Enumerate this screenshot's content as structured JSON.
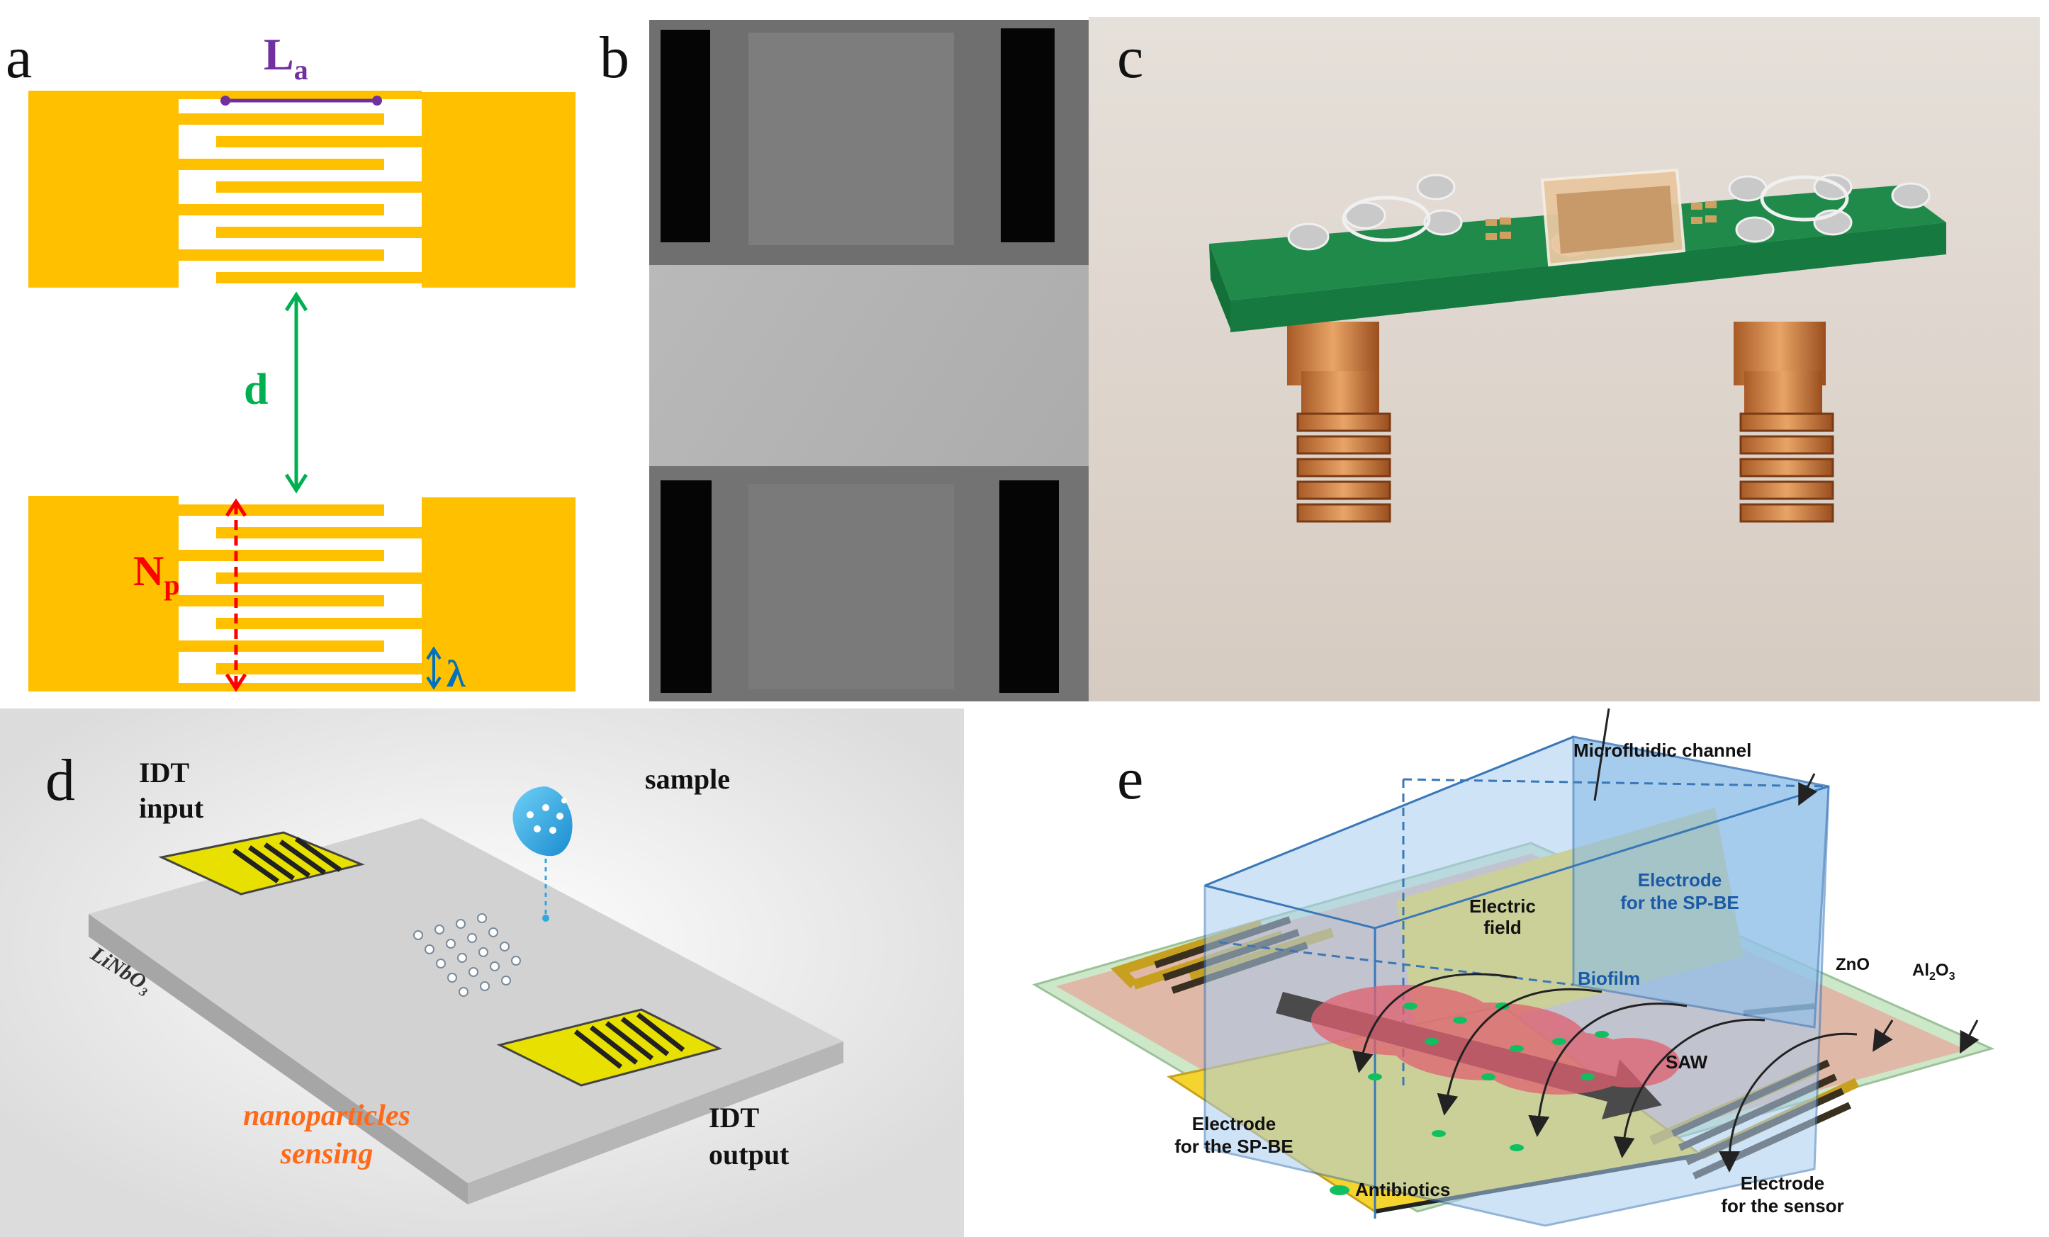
{
  "panels": {
    "a": {
      "label": "a",
      "symbols": {
        "La_main": "L",
        "La_sub": "a",
        "d": "d",
        "Np_main": "N",
        "Np_sub": "p",
        "lambda": "λ"
      },
      "colors": {
        "electrode": "#ffc000",
        "La": "#7030a0",
        "d": "#00b050",
        "Np": "#ff0000",
        "lambda": "#0070c0"
      }
    },
    "b": {
      "label": "b"
    },
    "c": {
      "label": "c"
    },
    "d": {
      "label": "d",
      "idt_input": [
        "IDT",
        "input"
      ],
      "sample": "sample",
      "substrate": "LiNbO₃",
      "sensing": [
        "nanoparticles",
        "sensing"
      ],
      "idt_output": [
        "IDT",
        "output"
      ],
      "colors": {
        "sensing": "#ff6a1a",
        "electrode": "#e8e000",
        "droplet": "#2fa8e0"
      }
    },
    "e": {
      "label": "e",
      "microfluidic_channel": "Microfluidic channel",
      "electrode_spbe_top": [
        "Electrode",
        "for the SP-BE"
      ],
      "electric_field": [
        "Electric",
        "field"
      ],
      "biofilm": "Biofilm",
      "zno": "ZnO",
      "al2o3_main": "Al",
      "al2o3_sub1": "2",
      "al2o3_mid": "O",
      "al2o3_sub2": "3",
      "saw": "SAW",
      "electrode_spbe_bottom": [
        "Electrode",
        "for the SP-BE"
      ],
      "antibiotics": "Antibiotics",
      "electrode_sensor": [
        "Electrode",
        "for the sensor"
      ],
      "colors": {
        "channel": "#a9cdf0",
        "zno": "#e0b8a8",
        "al2o3": "#cde8c8",
        "electrode": "#f5d430",
        "biofilm": "#e06070",
        "antibiotic": "#10c060"
      }
    }
  }
}
